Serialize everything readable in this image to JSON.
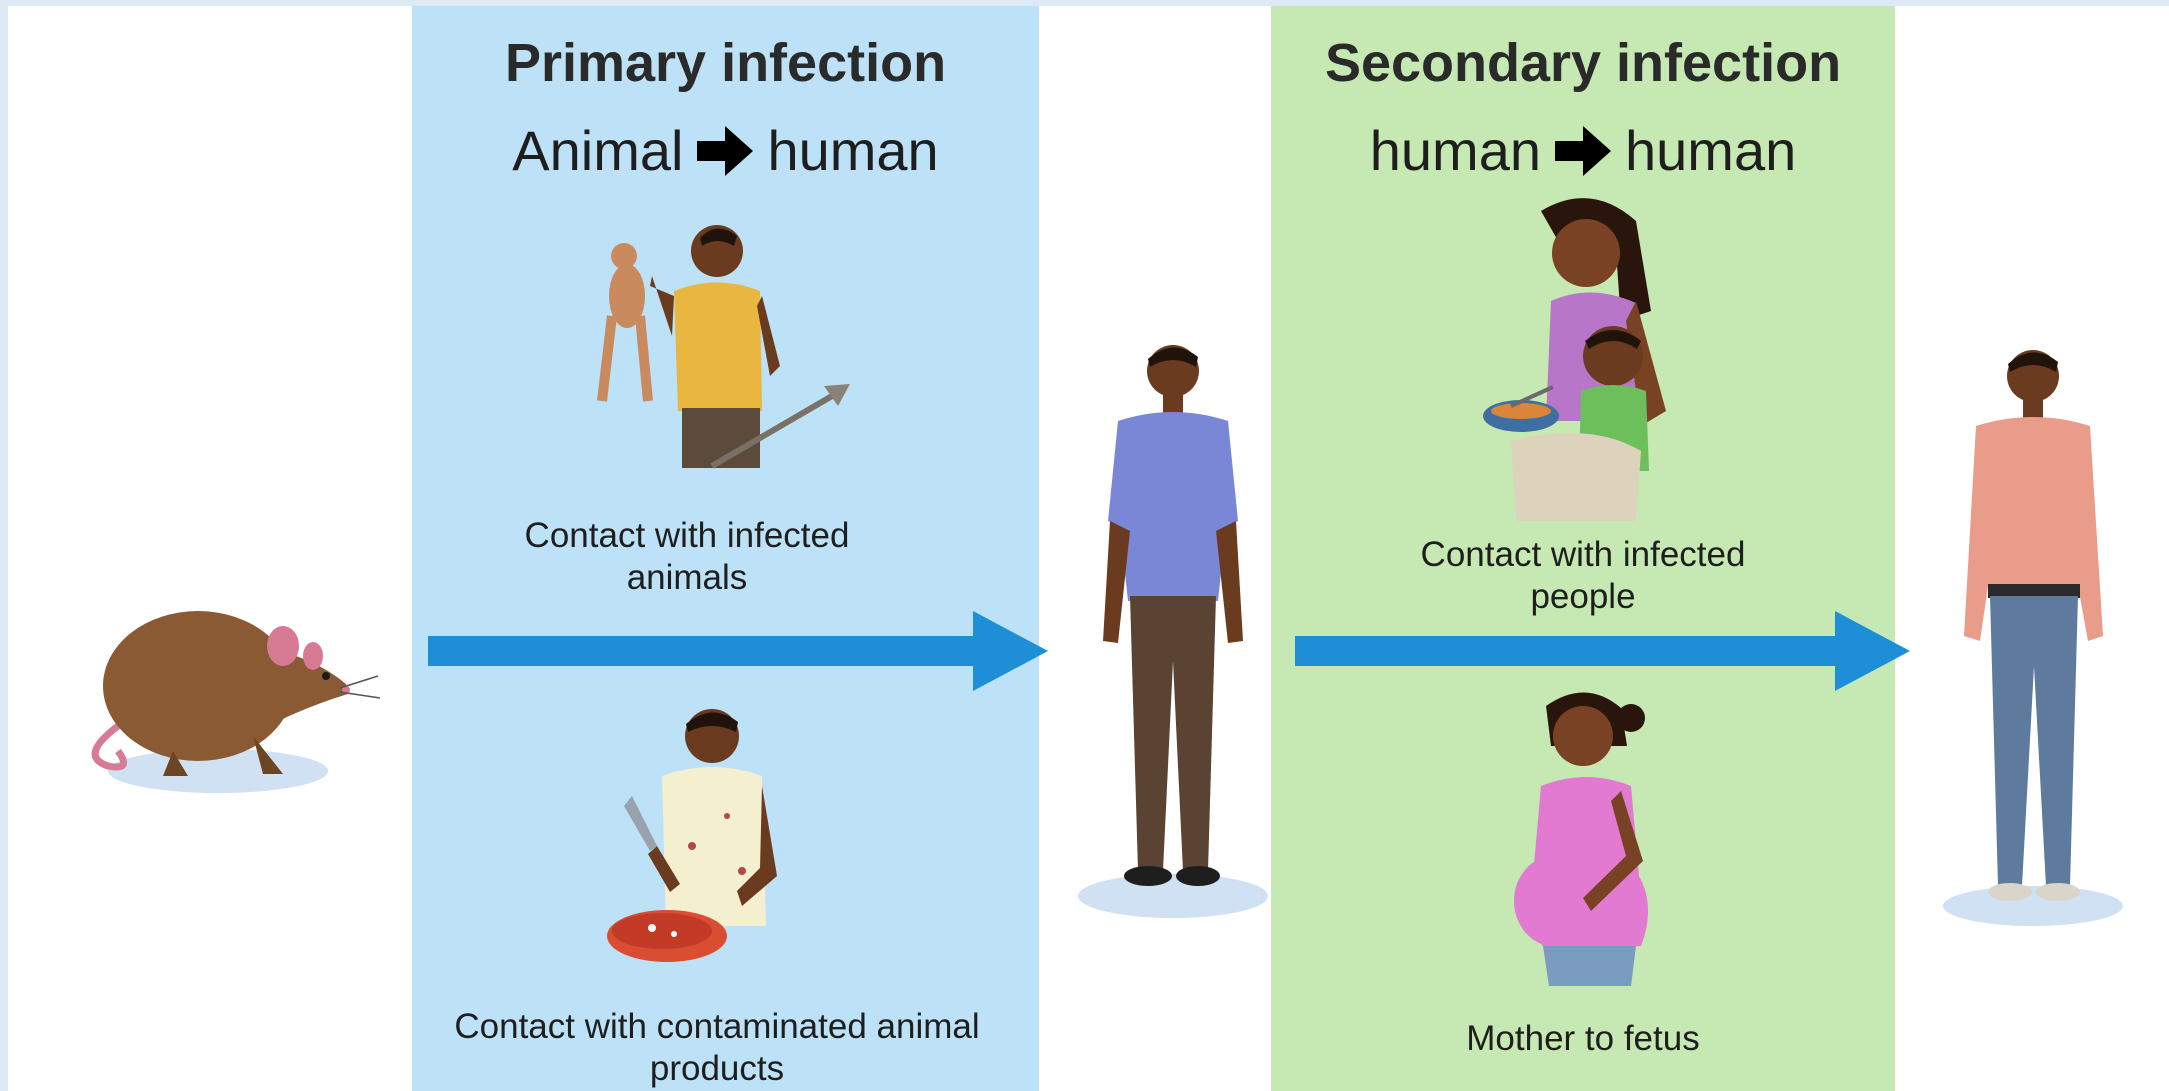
{
  "primary": {
    "title": "Primary infection",
    "route_from": "Animal",
    "route_to": "human",
    "captions": {
      "animals": "Contact with infected animals",
      "products": "Contact with contaminated animal products"
    }
  },
  "secondary": {
    "title": "Secondary infection",
    "route_from": "human",
    "route_to": "human",
    "captions": {
      "people": "Contact with infected people",
      "fetus": "Mother to fetus"
    }
  },
  "icons": {
    "route_arrow": "right-arrow-icon",
    "flow_arrow": "flow-arrow-icon",
    "rodent": "rat-icon",
    "hunter": "hunter-holding-animal-icon",
    "butcher": "person-cutting-meat-icon",
    "infected_man": "infected-man-icon",
    "mother_child": "mother-feeding-child-icon",
    "pregnant": "pregnant-woman-icon",
    "infected_man_2": "second-infected-man-icon"
  },
  "colors": {
    "primary_panel": "#bde1f6",
    "secondary_panel": "#c6e8b2",
    "flow_arrow": "#1e8fd6"
  }
}
